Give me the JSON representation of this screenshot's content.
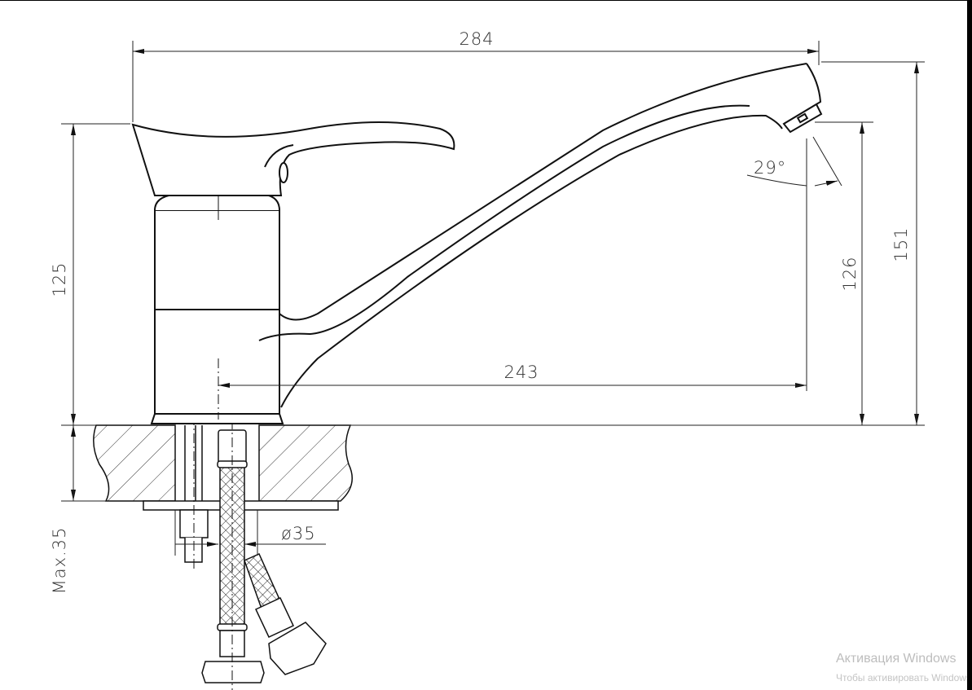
{
  "drawing": {
    "dimensions": {
      "overall_length": "284",
      "body_height": "125",
      "total_height": "151",
      "outlet_height": "126",
      "spout_reach": "243",
      "max_counter_thickness": "Max.35",
      "hole_diameter": "ø35",
      "outlet_angle": "29°"
    }
  },
  "watermark": {
    "line1": "Активация Windows",
    "line2": "Чтобы активировать Windows"
  }
}
